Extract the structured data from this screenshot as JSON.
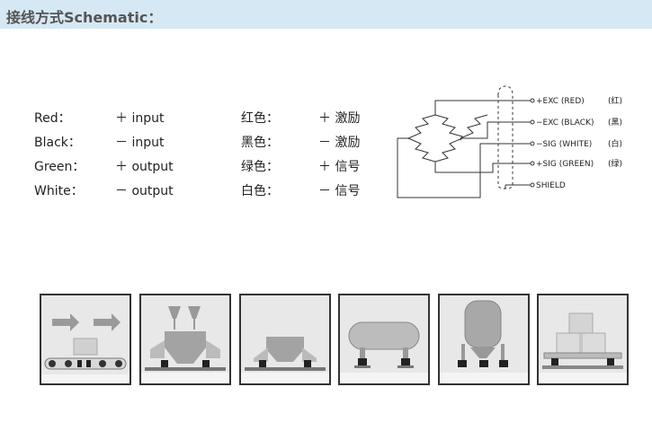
{
  "header": {
    "title": "接线方式Schematic："
  },
  "wiring_legend": {
    "rows": [
      {
        "en_color": "Red：",
        "en_function": "＋ input",
        "cn_color": "红色：",
        "cn_function": "＋ 激励"
      },
      {
        "en_color": "Black：",
        "en_function": "－ input",
        "cn_color": "黑色：",
        "cn_function": "－ 激励"
      },
      {
        "en_color": "Green：",
        "en_function": "＋ output",
        "cn_color": "绿色：",
        "cn_function": "＋ 信号"
      },
      {
        "en_color": "White：",
        "en_function": "－ output",
        "cn_color": "白色：",
        "cn_function": "－ 信号"
      }
    ]
  },
  "schematic": {
    "terminals": [
      {
        "label": "+EXC (RED)",
        "cn": "(红)"
      },
      {
        "label": "−EXC (BLACK)",
        "cn": "(黑)"
      },
      {
        "label": "−SIG (WHITE)",
        "cn": "(白)"
      },
      {
        "label": "+SIG (GREEN)",
        "cn": "(绿)"
      },
      {
        "label": "SHIELD",
        "cn": ""
      }
    ]
  },
  "applications": [
    {
      "icon": "conveyor-icon"
    },
    {
      "icon": "hopper-twin-feed-icon"
    },
    {
      "icon": "hopper-icon"
    },
    {
      "icon": "horizontal-tank-icon"
    },
    {
      "icon": "vertical-tank-icon"
    },
    {
      "icon": "platform-scale-icon"
    }
  ]
}
